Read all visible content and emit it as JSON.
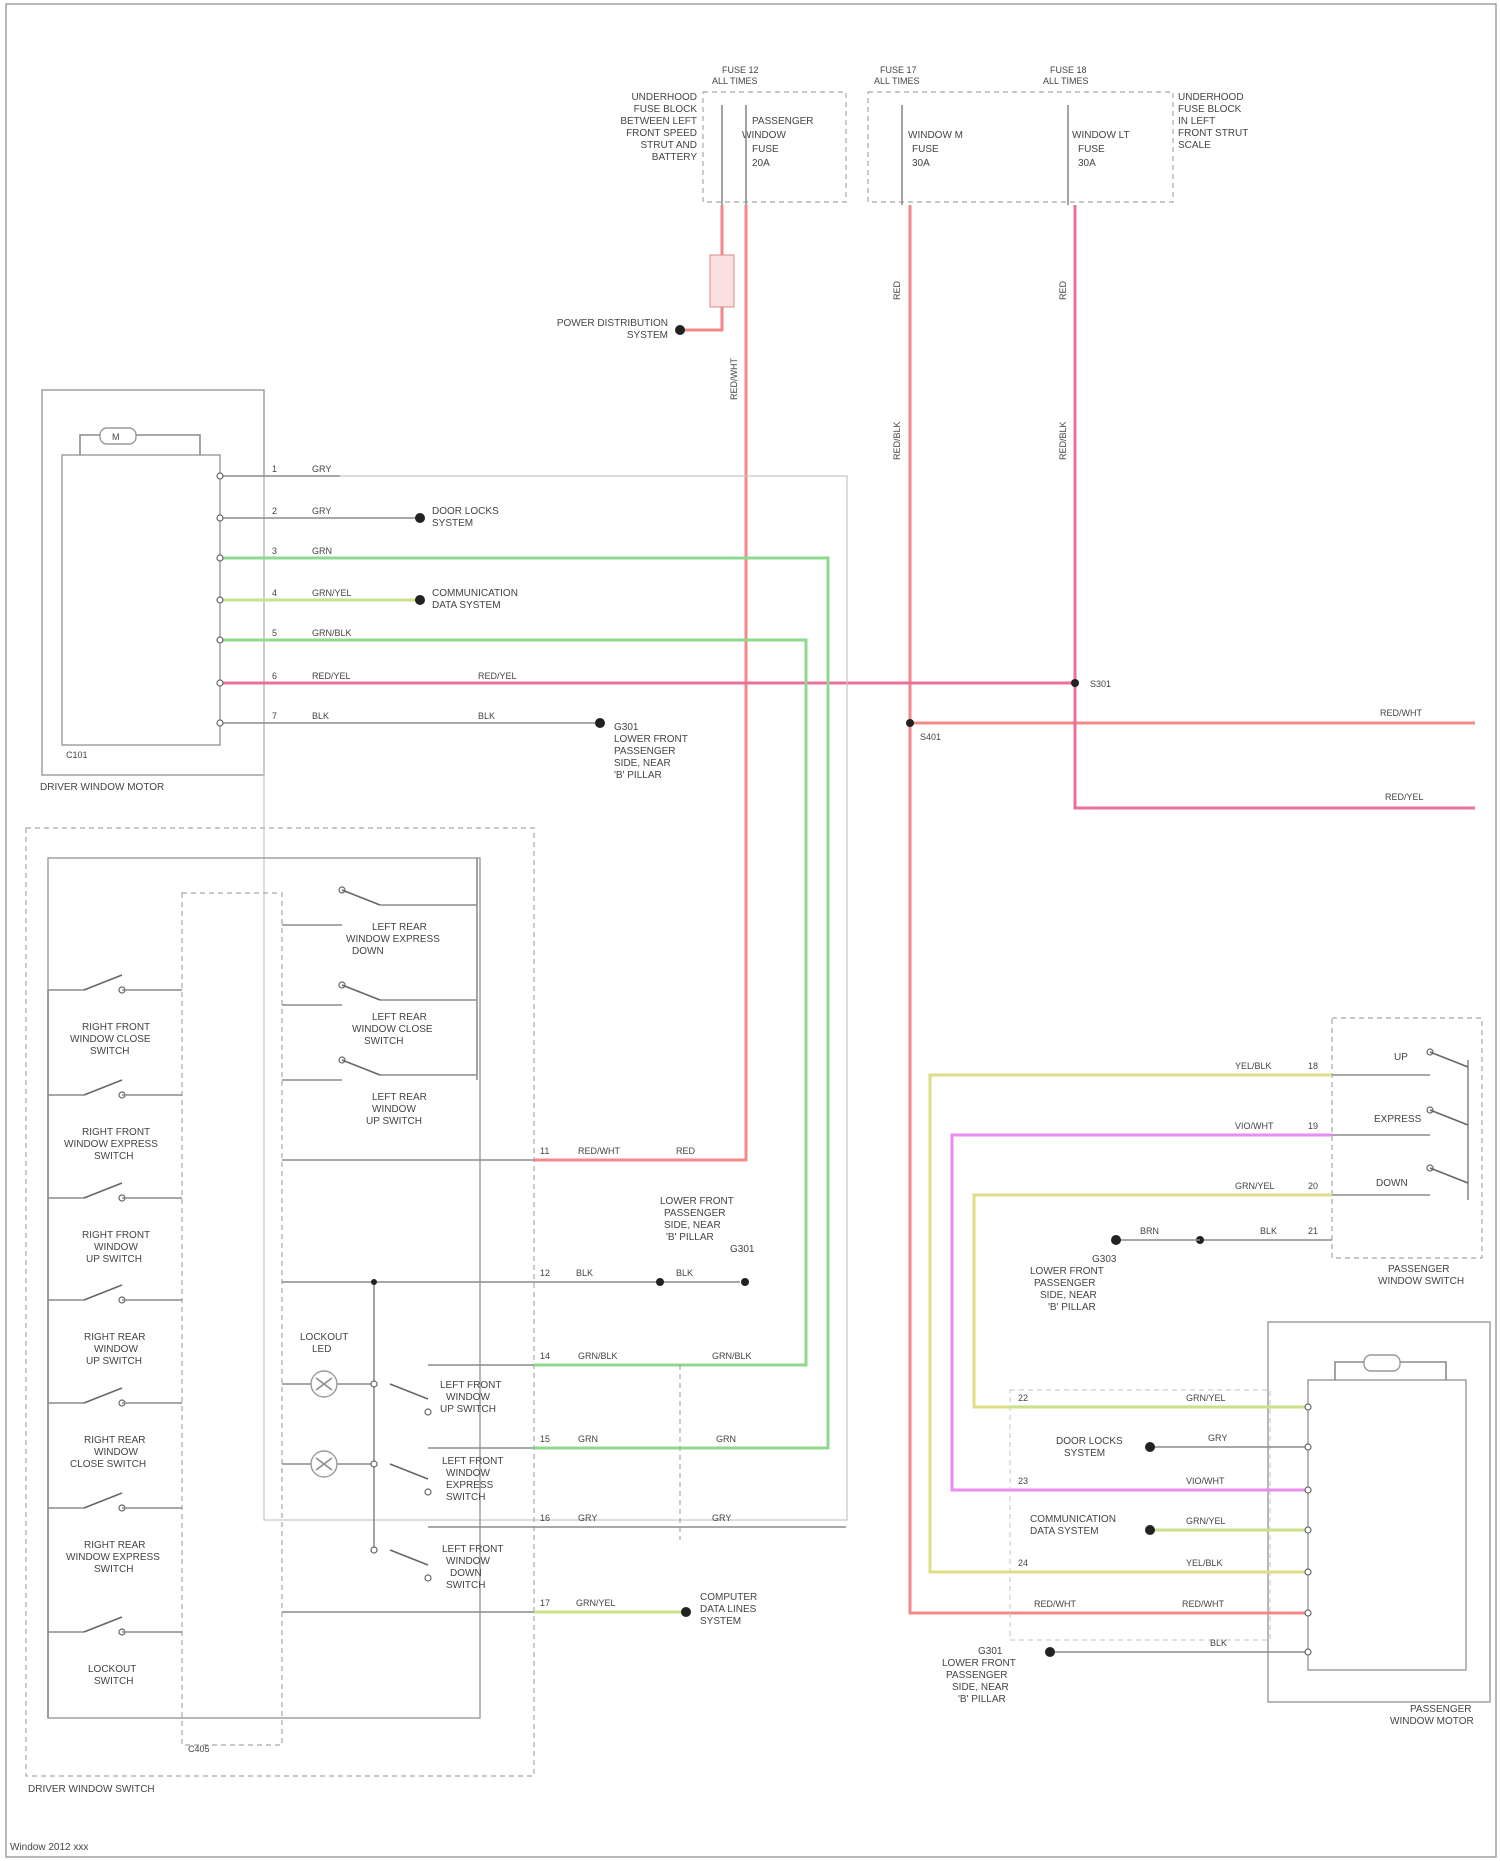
{
  "labels": {
    "fuse_a": "FUSE 12",
    "fuse_a_sub": "ALL TIMES",
    "fuse_b": "FUSE 17",
    "fuse_b_sub": "ALL TIMES",
    "fuse_c": "FUSE 18",
    "fuse_c_sub": "ALL TIMES",
    "fuse_left_note": [
      "UNDERHOOD",
      "FUSE BLOCK",
      "BETWEEN LEFT",
      "FRONT SPEED",
      "STRUT AND",
      "BATTERY"
    ],
    "fuse_right_note": [
      "UNDERHOOD",
      "FUSE BLOCK",
      "IN LEFT",
      "FRONT STRUT",
      "SCALE"
    ],
    "fuse_a_text": [
      "PASSENGER",
      "WINDOW",
      "FUSE",
      "20A"
    ],
    "fuse_b_text": [
      "WINDOW M",
      "FUSE",
      "30A"
    ],
    "fuse_c_text": [
      "WINDOW LT",
      "FUSE",
      "30A"
    ],
    "power_dist": [
      "POWER DISTRIBUTION",
      "SYSTEM"
    ],
    "driver_motor": "DRIVER WINDOW MOTOR",
    "driver_motor_conn": "C101",
    "motor_icon": "M",
    "door_lock": [
      "DOOR LOCKS",
      "SYSTEM"
    ],
    "comm_bus": [
      "COMMUNICATION",
      "DATA SYSTEM"
    ],
    "ground_note_1": [
      "G301",
      "LOWER FRONT",
      "PASSENGER",
      "SIDE, NEAR",
      "'B' PILLAR"
    ],
    "splice_1": "S301",
    "splice_2": "S401",
    "driver_switch": "DRIVER WINDOW SWITCH",
    "driver_switch_conn": "C405",
    "sw_left_rear_down": [
      "LEFT REAR",
      "WINDOW EXPRESS",
      "DOWN"
    ],
    "sw_left_rear_lock": [
      "LEFT REAR",
      "WINDOW CLOSE",
      "SWITCH"
    ],
    "sw_left_rear_up": [
      "LEFT REAR",
      "WINDOW",
      "UP SWITCH"
    ],
    "sw_right_front_close": [
      "RIGHT FRONT",
      "WINDOW CLOSE",
      "SWITCH"
    ],
    "sw_right_front_express": [
      "RIGHT FRONT",
      "WINDOW EXPRESS",
      "SWITCH"
    ],
    "sw_right_front_up": [
      "RIGHT FRONT",
      "WINDOW",
      "UP SWITCH"
    ],
    "sw_right_rear_up": [
      "RIGHT REAR",
      "WINDOW",
      "UP SWITCH"
    ],
    "sw_right_rear_close": [
      "RIGHT REAR",
      "WINDOW",
      "CLOSE SWITCH"
    ],
    "sw_right_rear_express": [
      "RIGHT REAR",
      "WINDOW EXPRESS",
      "SWITCH"
    ],
    "sw_lockout": [
      "LOCKOUT",
      "SWITCH"
    ],
    "sw_left_front_up": [
      "LEFT FRONT",
      "WINDOW",
      "UP SWITCH"
    ],
    "sw_left_front_express": [
      "LEFT FRONT",
      "WINDOW",
      "EXPRESS",
      "SWITCH"
    ],
    "sw_left_front_down": [
      "LEFT FRONT",
      "WINDOW",
      "DOWN",
      "SWITCH"
    ],
    "lockout_led": [
      "LOCKOUT",
      "LED"
    ],
    "ground_note_2": [
      "LOWER FRONT",
      "PASSENGER",
      "SIDE, NEAR",
      "'B' PILLAR",
      "G301"
    ],
    "computer_data": [
      "COMPUTER",
      "DATA LINES",
      "SYSTEM"
    ],
    "pass_switch": [
      "PASSENGER",
      "WINDOW SWITCH"
    ],
    "pass_motor": [
      "PASSENGER",
      "WINDOW MOTOR"
    ],
    "sw_up": "UP",
    "sw_express": "EXPRESS",
    "sw_down": "DOWN",
    "ground_note_3": [
      "G303",
      "LOWER FRONT",
      "PASSENGER",
      "SIDE, NEAR",
      "'B' PILLAR"
    ],
    "ground_note_4": [
      "G301",
      "LOWER FRONT",
      "PASSENGER",
      "SIDE, NEAR",
      "'B' PILLAR"
    ],
    "door_lock_2": [
      "DOOR LOCKS",
      "SYSTEM"
    ],
    "comm_bus_2": [
      "COMMUNICATION",
      "DATA SYSTEM"
    ],
    "footer": "Window 2012 xxx"
  },
  "wires": {
    "red_a": "RED/WHT",
    "red_b": "RED",
    "red_c": "RED",
    "red_b2": "RED/BLK",
    "red_c2": "RED/BLK",
    "w1": "GRY",
    "w2": "GRY",
    "w3": "GRN",
    "w4": "GRN/YEL",
    "w5": "GRN/BLK",
    "w6": "RED/YEL",
    "w6b": "RED/YEL",
    "w7": "BLK",
    "w7b": "BLK",
    "right_1": "RED/WHT",
    "right_2": "RED/YEL",
    "sw_red": "RED/WHT",
    "sw_red_b": "RED",
    "sw_blk": "BLK",
    "sw_blk_b": "BLK",
    "sw_gb": "GRN/BLK",
    "sw_gb_b": "GRN/BLK",
    "sw_grn": "GRN",
    "sw_grn_b": "GRN",
    "sw_gry": "GRY",
    "sw_gry_b": "GRY",
    "sw_gy": "GRN/YEL",
    "p_yel": "YEL/BLK",
    "p_mag": "VIO/WHT",
    "p_yg": "GRN/YEL",
    "p_blk": "BRN",
    "p_blk2": "BLK",
    "m_yg": "GRN/YEL",
    "m_gry": "GRY",
    "m_vio": "VIO/WHT",
    "m_gy2": "GRN/YEL",
    "m_yel": "YEL/BLK",
    "m_red": "RED/WHT",
    "m_red_b": "RED/WHT",
    "m_blk": "BLK"
  },
  "pins": [
    "1",
    "2",
    "3",
    "4",
    "5",
    "6",
    "7",
    "11",
    "12",
    "14",
    "15",
    "16",
    "17",
    "18",
    "19",
    "20",
    "21",
    "22",
    "23",
    "24"
  ],
  "colors": {
    "red": "#f08a8a",
    "pink": "#e8709a",
    "green": "#8fd88f",
    "yellow_green": "#c9e28a",
    "yellow": "#dede86",
    "magenta": "#e98ef0"
  }
}
